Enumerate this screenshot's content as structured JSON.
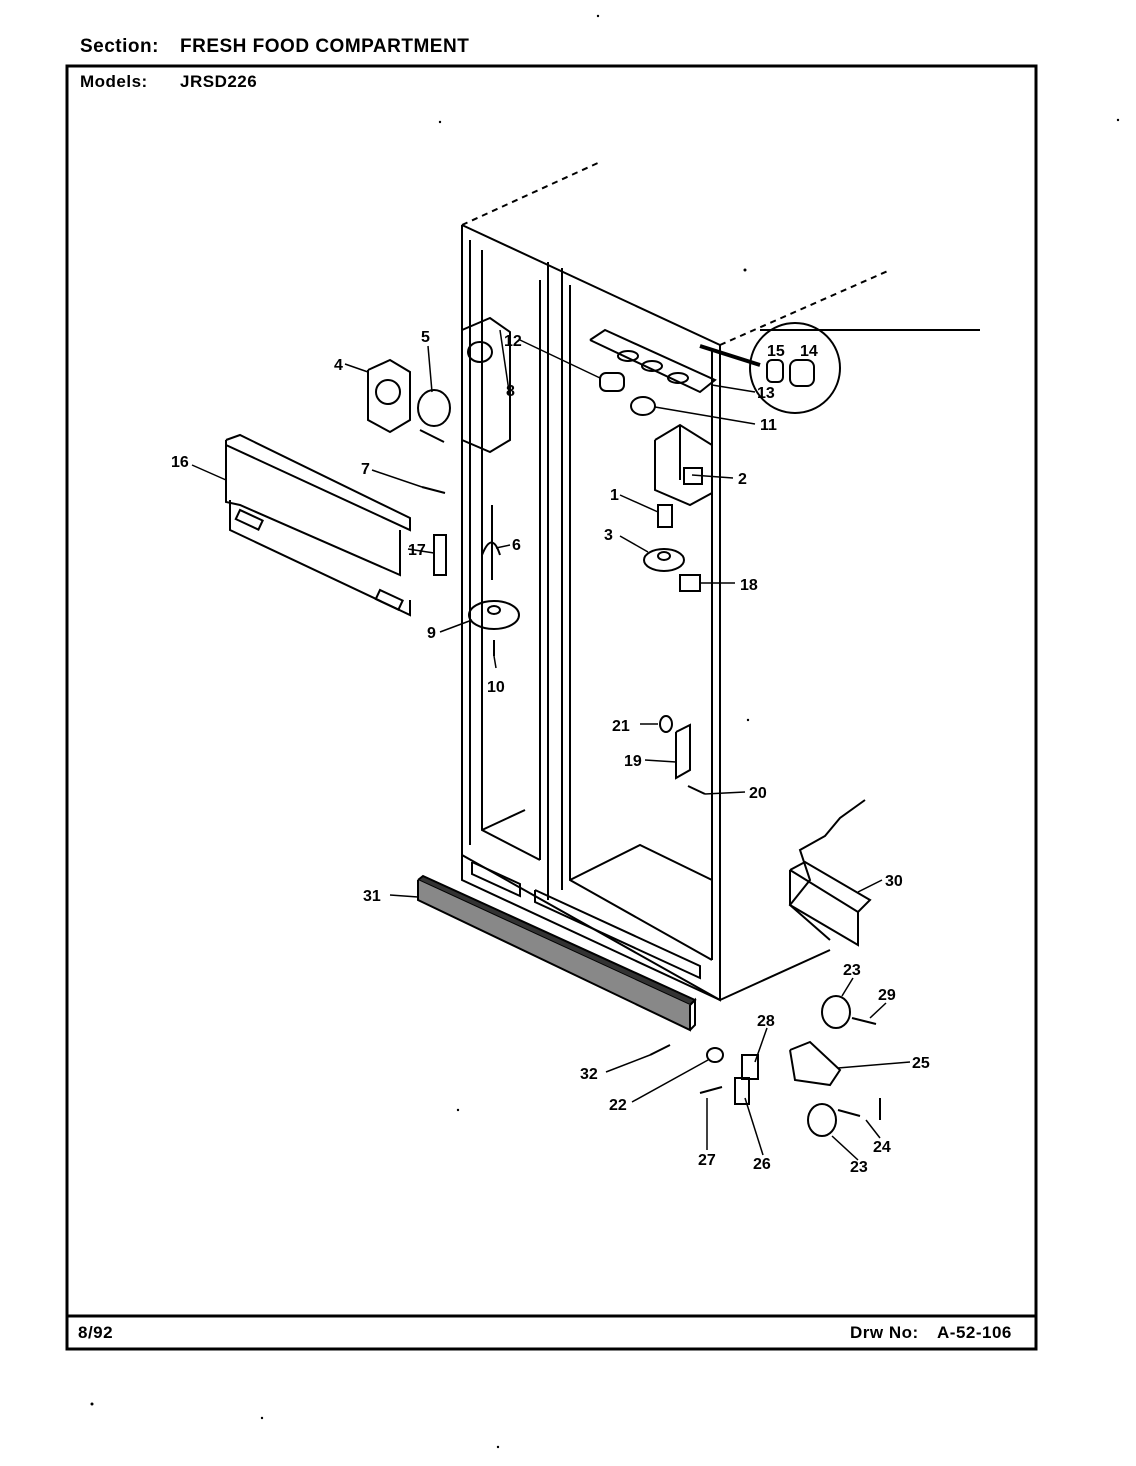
{
  "header": {
    "section_label": "Section:",
    "section_value": "FRESH FOOD COMPARTMENT",
    "models_label": "Models:",
    "models_value": "JRSD226"
  },
  "footer": {
    "date": "8/92",
    "drawing_label": "Drw No:",
    "drawing_number": "A-52-106"
  },
  "callouts": {
    "c1": "1",
    "c2": "2",
    "c3": "3",
    "c4": "4",
    "c5": "5",
    "c6": "6",
    "c7": "7",
    "c8": "8",
    "c9": "9",
    "c10": "10",
    "c11": "11",
    "c12": "12",
    "c13": "13",
    "c14": "14",
    "c15": "15",
    "c16": "16",
    "c17": "17",
    "c18": "18",
    "c19": "19",
    "c20": "20",
    "c21": "21",
    "c22": "22",
    "c23a": "23",
    "c23b": "23",
    "c24": "24",
    "c25": "25",
    "c26": "26",
    "c27": "27",
    "c28": "28",
    "c29": "29",
    "c30": "30",
    "c31": "31",
    "c32": "32"
  }
}
